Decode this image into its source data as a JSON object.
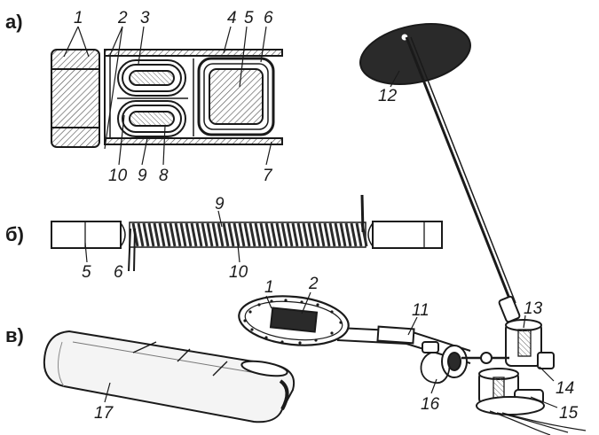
{
  "sections": {
    "a": "а)",
    "b": "б)",
    "v": "в)"
  },
  "labels": {
    "n1": "1",
    "n2": "2",
    "n3": "3",
    "n4": "4",
    "n5": "5",
    "n6": "6",
    "n7": "7",
    "n8": "8",
    "n9": "9",
    "n10": "10",
    "b5": "5",
    "b6": "6",
    "b9": "9",
    "b10": "10",
    "v1": "1",
    "v2": "2",
    "n11": "11",
    "n12": "12",
    "n13": "13",
    "n14": "14",
    "n15": "15",
    "n16": "16",
    "n17": "17"
  },
  "colors": {
    "ink": "#1a1a1a",
    "hatch": "#555555",
    "fill_dark": "#2a2a2a"
  }
}
